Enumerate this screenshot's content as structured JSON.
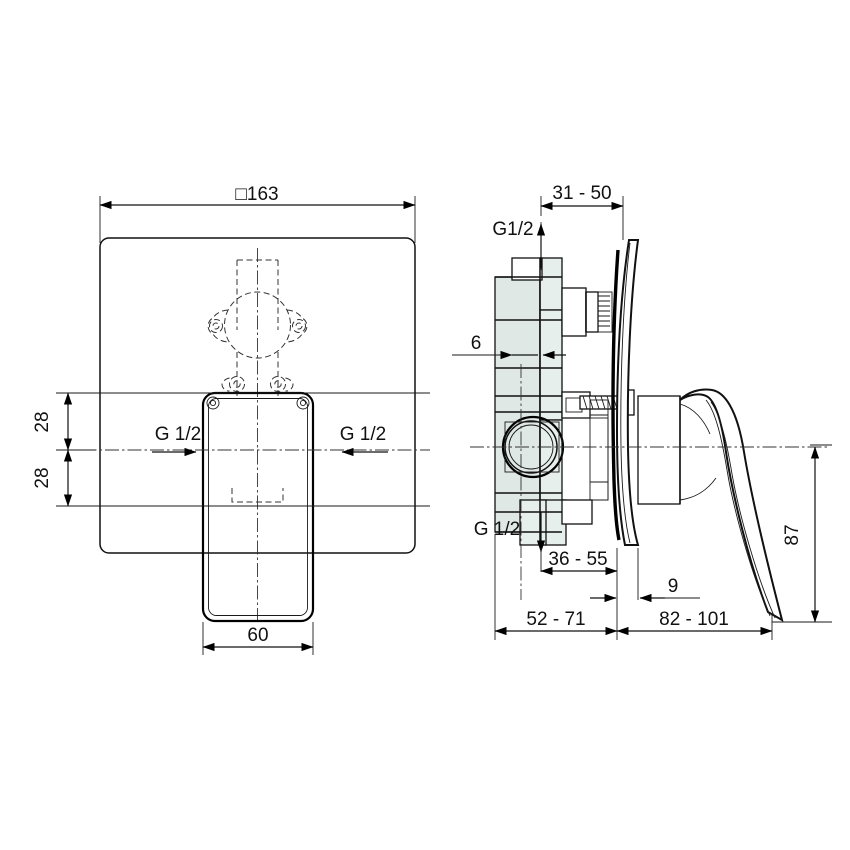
{
  "drawing": {
    "title": "Concealed shower mixer technical dimension drawing",
    "units": "mm",
    "line_color": "#111111",
    "body_fill_color": "#dfe8e5"
  },
  "front_view": {
    "name": "front-elevation",
    "dimensions": {
      "plate_width": "□163",
      "handle_width": "60",
      "inlet_offset_upper": "28",
      "inlet_offset_lower": "28"
    },
    "annotations": {
      "inlet_left": "G 1/2",
      "inlet_right": "G 1/2"
    }
  },
  "side_view": {
    "name": "side-section",
    "dimensions": {
      "top_projection": "31 - 50",
      "wall_offset": "6",
      "body_depth": "36 - 55",
      "plate_thickness": "9",
      "rear_to_plate": "52 - 71",
      "plate_to_lever_tip": "82 - 101",
      "lever_drop": "87"
    },
    "annotations": {
      "inlet_top": "G1/2",
      "inlet_bottom": "G 1/2"
    }
  }
}
